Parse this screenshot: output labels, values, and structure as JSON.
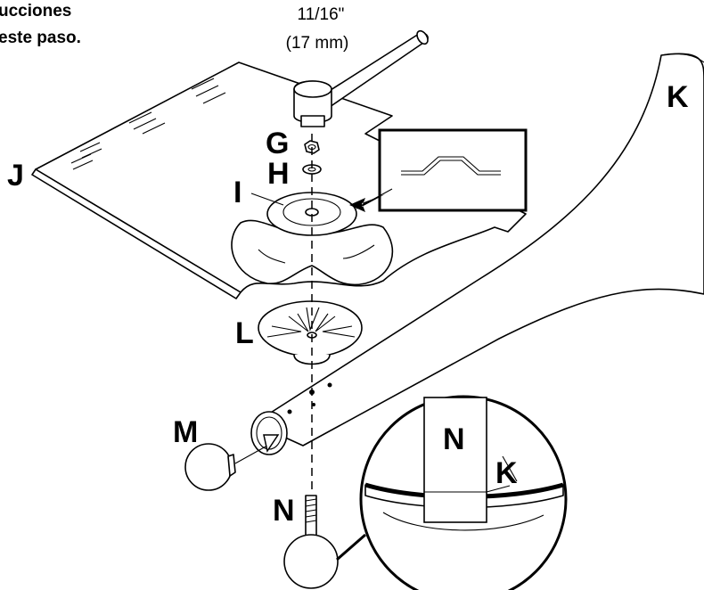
{
  "header": {
    "line1": "ucciones",
    "line2": "este paso."
  },
  "dimension": {
    "line1": "11/16\"",
    "line2": "(17  mm)"
  },
  "labels": {
    "j": "J",
    "g": "G",
    "h": "H",
    "i": "I",
    "l": "L",
    "m": "M",
    "n": "N",
    "k": "K",
    "detail_n": "N",
    "detail_k": "K"
  },
  "colors": {
    "line": "#000000",
    "background": "#ffffff"
  }
}
